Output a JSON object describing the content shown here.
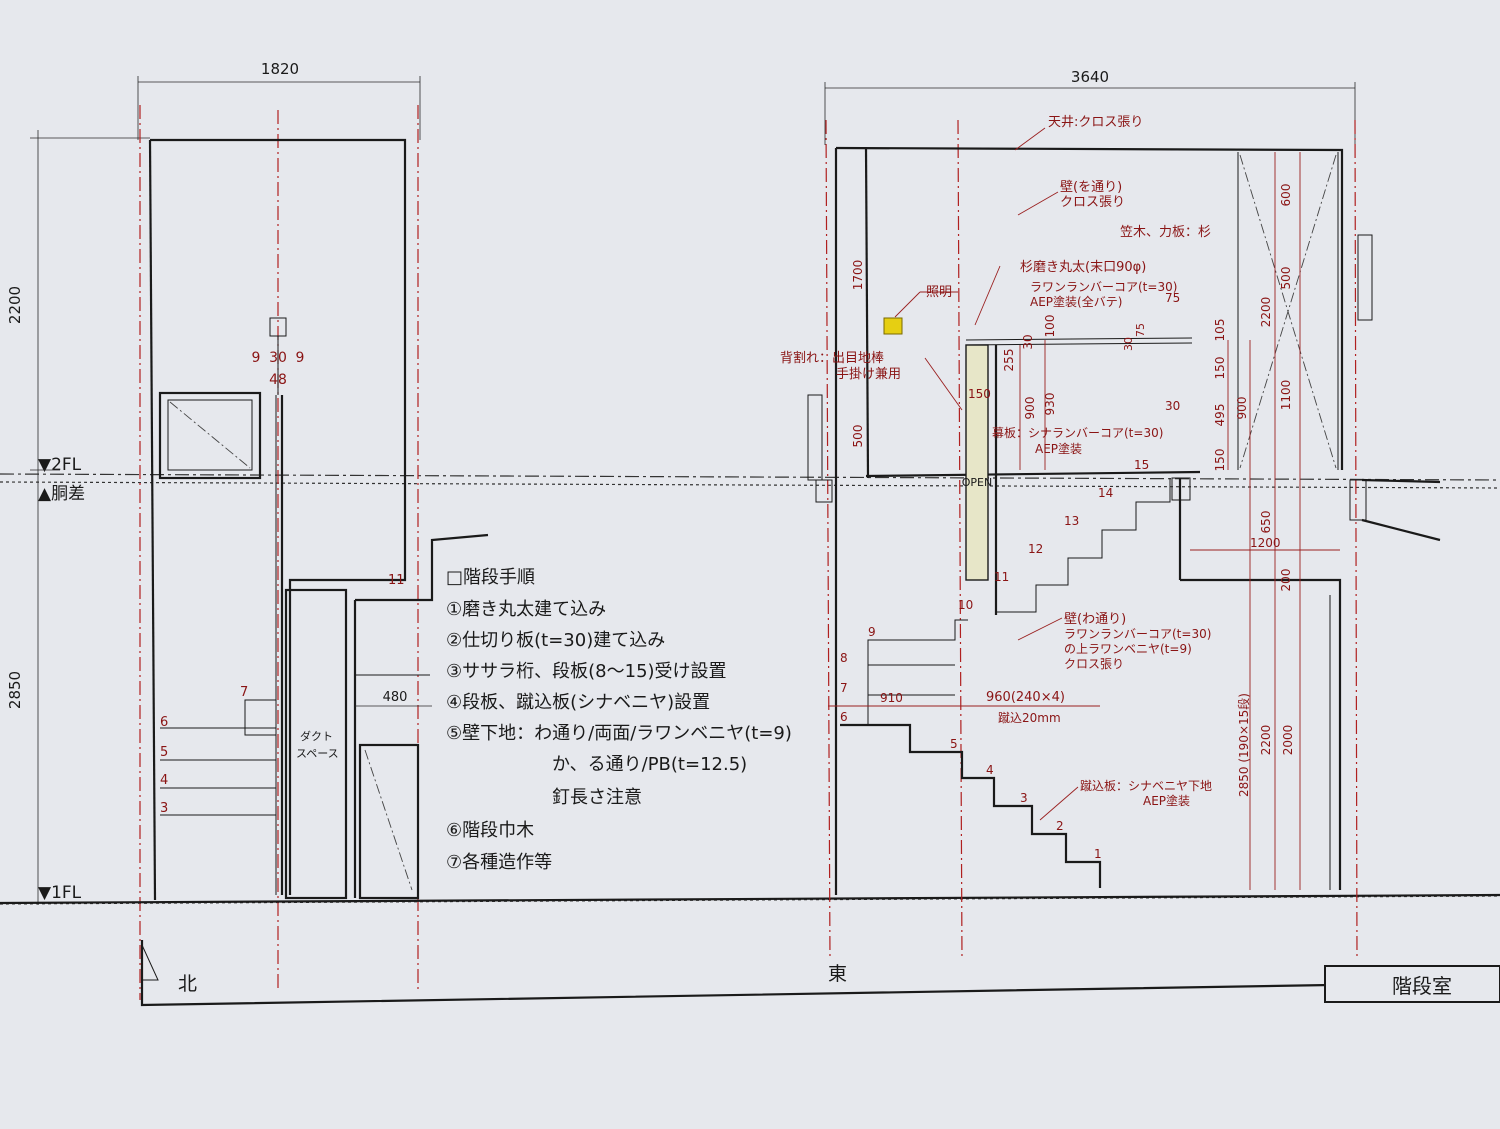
{
  "left_elevation": {
    "width_dim": "1820",
    "height_upper": "2200",
    "height_lower": "2850",
    "post_dims": [
      "9",
      "30",
      "9"
    ],
    "post_dim_total": "48",
    "step_numbers": [
      "3",
      "4",
      "5",
      "6",
      "7",
      "11"
    ],
    "duct_label": "ダクト\nスペース",
    "dim_480": "480",
    "direction": "北"
  },
  "levels": {
    "fl2": "▼2FL",
    "dousa": "▲胴差",
    "fl1": "▼1FL"
  },
  "procedure": {
    "title": "□階段手順",
    "steps": [
      "①磨き丸太建て込み",
      "②仕切り板(t=30)建て込み",
      "③ササラ桁、段板(8～15)受け設置",
      "④段板、蹴込板(シナベニヤ)設置",
      "⑤壁下地：わ通り/両面/ラワンベニヤ(t=9)",
      "か、る通り/PB(t=12.5)",
      "釘長さ注意",
      "⑥階段巾木",
      "⑦各種造作等"
    ]
  },
  "right_elevation": {
    "width_dim": "3640",
    "direction": "東",
    "room_label": "階段室",
    "notes": {
      "ceiling": "天井:クロス張り",
      "wall_wo_1": "壁(を通り)",
      "wall_wo_2": "クロス張り",
      "kasagi": "笠木、力板：杉",
      "log_1": "杉磨き丸太(末口90φ)",
      "log_2": "ラワンランバーコア(t=30)",
      "log_3": "AEP塗装(全バテ)",
      "light": "照明",
      "back_1": "背割れ：出目地棒",
      "back_2": "手掛け兼用",
      "makuita_1": "幕板：シナランバーコア(t=30)",
      "makuita_2": "AEP塗装",
      "open": "OPEN",
      "wall_wa_1": "壁(わ通り)",
      "wall_wa_2": "ラワンランバーコア(t=30)",
      "wall_wa_3": "の上ラワンベニヤ(t=9)",
      "wall_wa_4": "クロス張り",
      "kekomi_1": "蹴込板：シナベニヤ下地",
      "kekomi_2": "AEP塗装",
      "tread_run": "960(240×4)",
      "kekomi_dim": "蹴込20mm",
      "stair_total": "2850 (190×15段)"
    },
    "dims": [
      "1700",
      "500",
      "255",
      "900",
      "930",
      "150",
      "30",
      "100",
      "75",
      "30",
      "75",
      "105",
      "150",
      "495",
      "150",
      "30",
      "900",
      "2200",
      "600",
      "500",
      "1100",
      "650",
      "1200",
      "200",
      "2000",
      "2200",
      "910"
    ],
    "step_numbers": [
      "1",
      "2",
      "3",
      "4",
      "5",
      "6",
      "7",
      "8",
      "9",
      "10",
      "11",
      "12",
      "13",
      "14",
      "15"
    ]
  }
}
